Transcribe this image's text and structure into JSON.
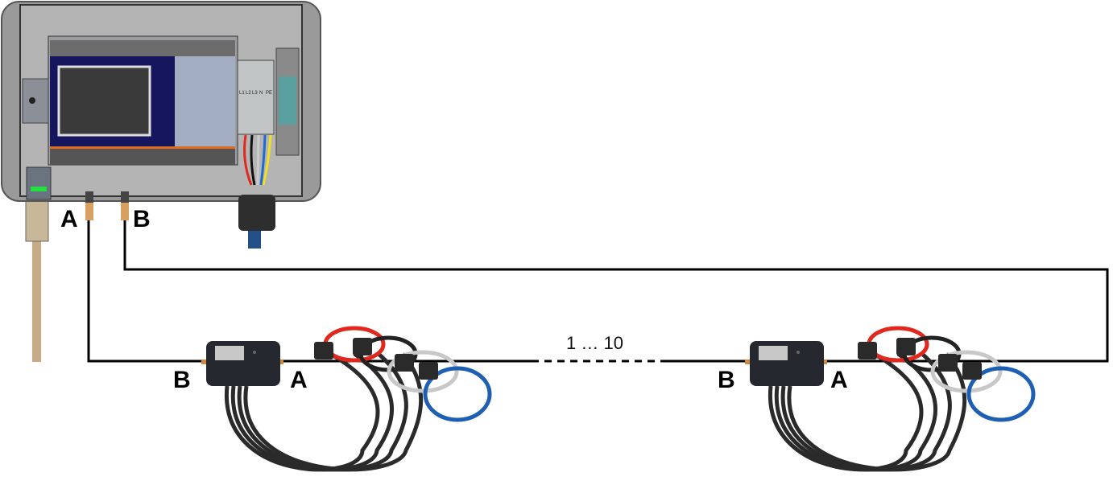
{
  "device": {
    "terminals": [
      "L1",
      "L2",
      "L3",
      "N",
      "PE"
    ],
    "port_a_label": "A",
    "port_b_label": "B"
  },
  "chain_label": "1 … 10",
  "modules": [
    {
      "in_label": "B",
      "out_label": "A"
    },
    {
      "in_label": "B",
      "out_label": "A"
    }
  ],
  "colors": {
    "phase_l1": "#e0281e",
    "phase_l2": "#222222",
    "phase_l3": "#c8c8c8",
    "neutral": "#1e5fb4",
    "enclosure": "#8c8c8c",
    "display_panel": "#14145a"
  }
}
